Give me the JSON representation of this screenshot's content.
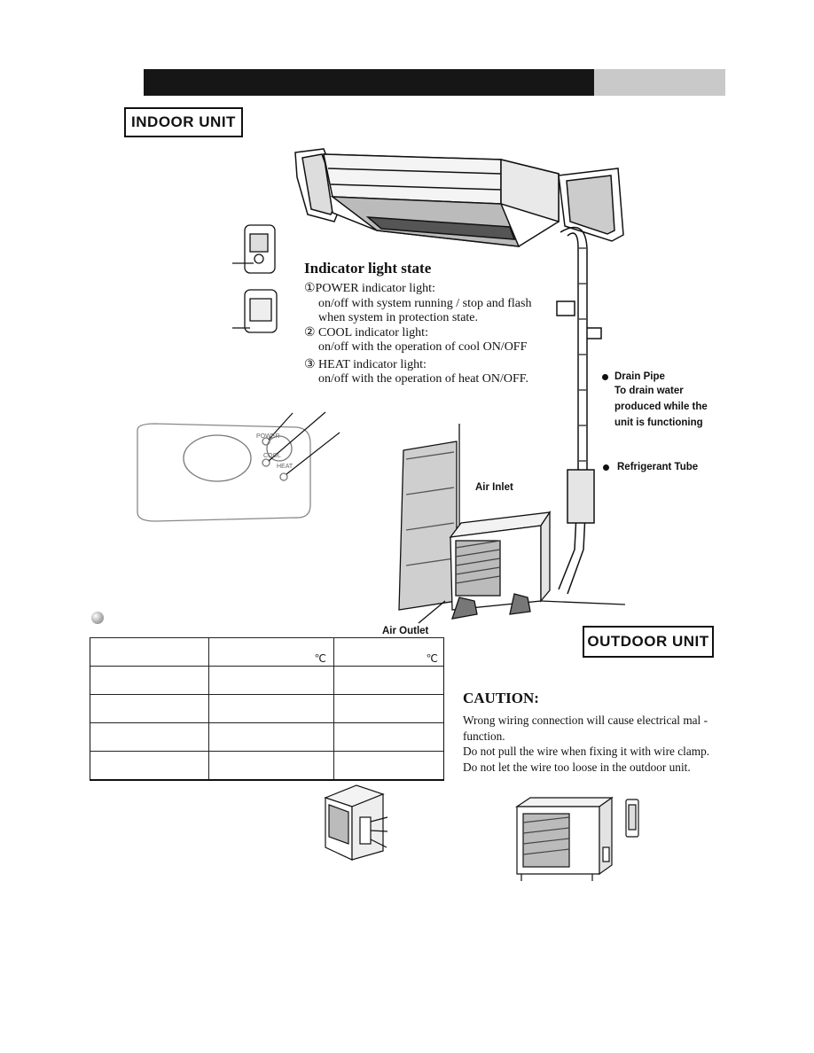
{
  "header": {
    "bar_color": "#161616",
    "tab_color": "#c9c9c9"
  },
  "labels": {
    "indoor_unit": "INDOOR UNIT",
    "outdoor_unit": "OUTDOOR UNIT",
    "air_inlet": "Air Inlet",
    "air_outlet": "Air Outlet",
    "drain_pipe": "Drain Pipe",
    "drain_desc_1": "To drain water",
    "drain_desc_2": "produced while the",
    "drain_desc_3": "unit is functioning",
    "refrigerant_tube": "Refrigerant Tube"
  },
  "indicator": {
    "title": "Indicator light state",
    "power_label": "①POWER  indicator light:",
    "power_desc_1": "on/off with system running / stop and flash",
    "power_desc_2": "when system in protection state.",
    "cool_label": "② COOL  indicator light:",
    "cool_desc": "on/off with the operation of cool ON/OFF",
    "heat_label": "③ HEAT  indicator light:",
    "heat_desc": "on/off with the operation of heat ON/OFF."
  },
  "panel": {
    "power": "POWER",
    "cool": "COOL",
    "heat": "HEAT"
  },
  "table": {
    "unit_col2": "℃",
    "unit_col3": "℃",
    "rows": 5
  },
  "caution": {
    "title": "CAUTION:",
    "line1": "Wrong wiring connection will cause electrical mal -",
    "line2": "function.",
    "line3": "Do not pull the wire when fixing it with wire clamp.",
    "line4": "Do not let the wire too loose in the outdoor unit."
  }
}
